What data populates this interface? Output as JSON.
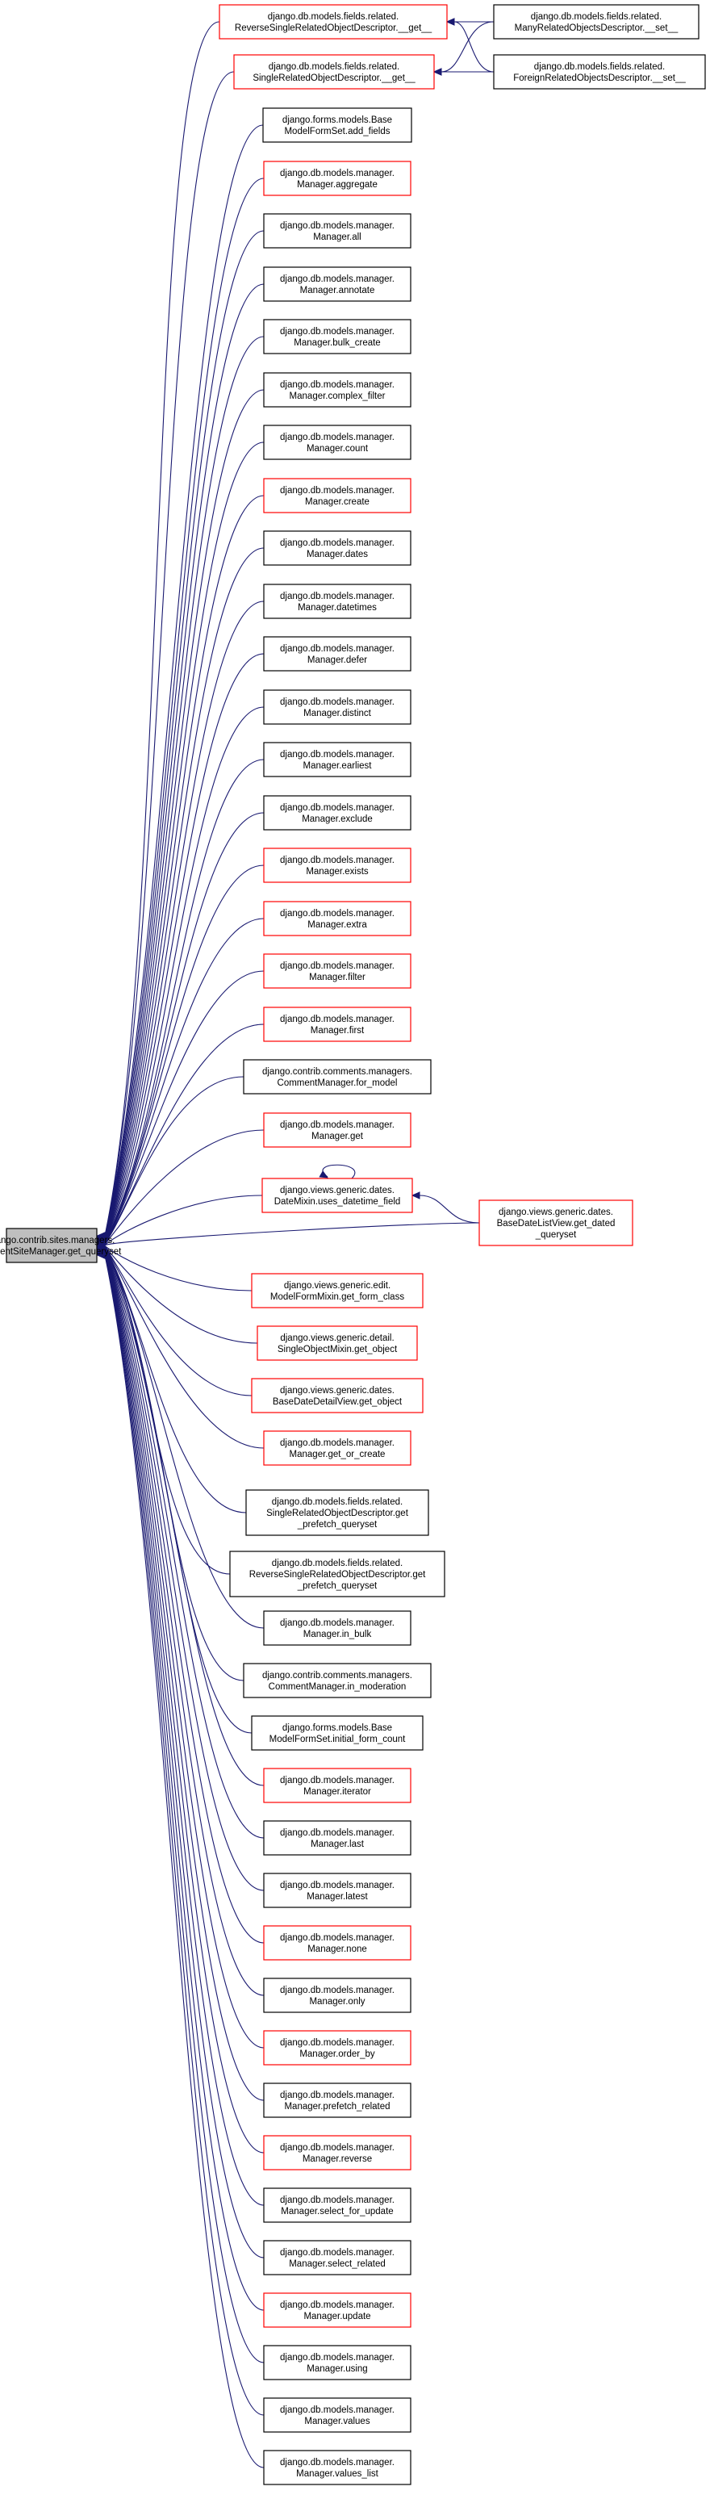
{
  "colors": {
    "edge": "#191970",
    "node_border_black": "#000000",
    "node_border_red": "#ff0000",
    "focus_fill": "#bfbfbf"
  },
  "nodes": [
    {
      "id": "focus",
      "lines": [
        "django.contrib.sites.managers.",
        "CurrentSiteManager.get_queryset"
      ],
      "border": "black",
      "focus": true
    },
    {
      "id": "rsrod_get",
      "lines": [
        "django.db.models.fields.related.",
        "ReverseSingleRelatedObjectDescriptor.__get__"
      ],
      "border": "red"
    },
    {
      "id": "srod_get",
      "lines": [
        "django.db.models.fields.related.",
        "SingleRelatedObjectDescriptor.__get__"
      ],
      "border": "red"
    },
    {
      "id": "mrod_set",
      "lines": [
        "django.db.models.fields.related.",
        "ManyRelatedObjectsDescriptor.__set__"
      ],
      "border": "black"
    },
    {
      "id": "frod_set",
      "lines": [
        "django.db.models.fields.related.",
        "ForeignRelatedObjectsDescriptor.__set__"
      ],
      "border": "black"
    },
    {
      "id": "add_fields",
      "lines": [
        "django.forms.models.Base",
        "ModelFormSet.add_fields"
      ],
      "border": "black"
    },
    {
      "id": "aggregate",
      "lines": [
        "django.db.models.manager.",
        "Manager.aggregate"
      ],
      "border": "red"
    },
    {
      "id": "all",
      "lines": [
        "django.db.models.manager.",
        "Manager.all"
      ],
      "border": "black"
    },
    {
      "id": "annotate",
      "lines": [
        "django.db.models.manager.",
        "Manager.annotate"
      ],
      "border": "black"
    },
    {
      "id": "bulk_create",
      "lines": [
        "django.db.models.manager.",
        "Manager.bulk_create"
      ],
      "border": "black"
    },
    {
      "id": "complex_filter",
      "lines": [
        "django.db.models.manager.",
        "Manager.complex_filter"
      ],
      "border": "black"
    },
    {
      "id": "count",
      "lines": [
        "django.db.models.manager.",
        "Manager.count"
      ],
      "border": "black"
    },
    {
      "id": "create",
      "lines": [
        "django.db.models.manager.",
        "Manager.create"
      ],
      "border": "red"
    },
    {
      "id": "dates",
      "lines": [
        "django.db.models.manager.",
        "Manager.dates"
      ],
      "border": "black"
    },
    {
      "id": "datetimes",
      "lines": [
        "django.db.models.manager.",
        "Manager.datetimes"
      ],
      "border": "black"
    },
    {
      "id": "defer",
      "lines": [
        "django.db.models.manager.",
        "Manager.defer"
      ],
      "border": "black"
    },
    {
      "id": "distinct",
      "lines": [
        "django.db.models.manager.",
        "Manager.distinct"
      ],
      "border": "black"
    },
    {
      "id": "earliest",
      "lines": [
        "django.db.models.manager.",
        "Manager.earliest"
      ],
      "border": "black"
    },
    {
      "id": "exclude",
      "lines": [
        "django.db.models.manager.",
        "Manager.exclude"
      ],
      "border": "black"
    },
    {
      "id": "exists",
      "lines": [
        "django.db.models.manager.",
        "Manager.exists"
      ],
      "border": "red"
    },
    {
      "id": "extra",
      "lines": [
        "django.db.models.manager.",
        "Manager.extra"
      ],
      "border": "red"
    },
    {
      "id": "filter",
      "lines": [
        "django.db.models.manager.",
        "Manager.filter"
      ],
      "border": "red"
    },
    {
      "id": "first",
      "lines": [
        "django.db.models.manager.",
        "Manager.first"
      ],
      "border": "red"
    },
    {
      "id": "for_model",
      "lines": [
        "django.contrib.comments.managers.",
        "CommentManager.for_model"
      ],
      "border": "black"
    },
    {
      "id": "get",
      "lines": [
        "django.db.models.manager.",
        "Manager.get"
      ],
      "border": "red"
    },
    {
      "id": "uses_datetime_field",
      "lines": [
        "django.views.generic.dates.",
        "DateMixin.uses_datetime_field"
      ],
      "border": "red"
    },
    {
      "id": "get_dated_queryset",
      "lines": [
        "django.views.generic.dates.",
        "BaseDateListView.get_dated",
        "_queryset"
      ],
      "border": "red"
    },
    {
      "id": "get_form_class",
      "lines": [
        "django.views.generic.edit.",
        "ModelFormMixin.get_form_class"
      ],
      "border": "red"
    },
    {
      "id": "get_object",
      "lines": [
        "django.views.generic.detail.",
        "SingleObjectMixin.get_object"
      ],
      "border": "red"
    },
    {
      "id": "detail_get_object",
      "lines": [
        "django.views.generic.dates.",
        "BaseDateDetailView.get_object"
      ],
      "border": "red"
    },
    {
      "id": "get_or_create",
      "lines": [
        "django.db.models.manager.",
        "Manager.get_or_create"
      ],
      "border": "red"
    },
    {
      "id": "srod_prefetch",
      "lines": [
        "django.db.models.fields.related.",
        "SingleRelatedObjectDescriptor.get",
        "_prefetch_queryset"
      ],
      "border": "black"
    },
    {
      "id": "rsrod_prefetch",
      "lines": [
        "django.db.models.fields.related.",
        "ReverseSingleRelatedObjectDescriptor.get",
        "_prefetch_queryset"
      ],
      "border": "black"
    },
    {
      "id": "in_bulk",
      "lines": [
        "django.db.models.manager.",
        "Manager.in_bulk"
      ],
      "border": "black"
    },
    {
      "id": "in_moderation",
      "lines": [
        "django.contrib.comments.managers.",
        "CommentManager.in_moderation"
      ],
      "border": "black"
    },
    {
      "id": "initial_form_count",
      "lines": [
        "django.forms.models.Base",
        "ModelFormSet.initial_form_count"
      ],
      "border": "black"
    },
    {
      "id": "iterator",
      "lines": [
        "django.db.models.manager.",
        "Manager.iterator"
      ],
      "border": "red"
    },
    {
      "id": "last",
      "lines": [
        "django.db.models.manager.",
        "Manager.last"
      ],
      "border": "black"
    },
    {
      "id": "latest",
      "lines": [
        "django.db.models.manager.",
        "Manager.latest"
      ],
      "border": "black"
    },
    {
      "id": "none",
      "lines": [
        "django.db.models.manager.",
        "Manager.none"
      ],
      "border": "red"
    },
    {
      "id": "only",
      "lines": [
        "django.db.models.manager.",
        "Manager.only"
      ],
      "border": "black"
    },
    {
      "id": "order_by",
      "lines": [
        "django.db.models.manager.",
        "Manager.order_by"
      ],
      "border": "red"
    },
    {
      "id": "prefetch_related",
      "lines": [
        "django.db.models.manager.",
        "Manager.prefetch_related"
      ],
      "border": "black"
    },
    {
      "id": "reverse",
      "lines": [
        "django.db.models.manager.",
        "Manager.reverse"
      ],
      "border": "red"
    },
    {
      "id": "select_for_update",
      "lines": [
        "django.db.models.manager.",
        "Manager.select_for_update"
      ],
      "border": "black"
    },
    {
      "id": "select_related",
      "lines": [
        "django.db.models.manager.",
        "Manager.select_related"
      ],
      "border": "black"
    },
    {
      "id": "update",
      "lines": [
        "django.db.models.manager.",
        "Manager.update"
      ],
      "border": "red"
    },
    {
      "id": "using",
      "lines": [
        "django.db.models.manager.",
        "Manager.using"
      ],
      "border": "black"
    },
    {
      "id": "values",
      "lines": [
        "django.db.models.manager.",
        "Manager.values"
      ],
      "border": "black"
    },
    {
      "id": "values_list",
      "lines": [
        "django.db.models.manager.",
        "Manager.values_list"
      ],
      "border": "black"
    }
  ],
  "edges": [
    {
      "from": "rsrod_get",
      "to": "focus"
    },
    {
      "from": "srod_get",
      "to": "focus"
    },
    {
      "from": "mrod_set",
      "to": "rsrod_get"
    },
    {
      "from": "mrod_set",
      "to": "srod_get"
    },
    {
      "from": "frod_set",
      "to": "rsrod_get"
    },
    {
      "from": "frod_set",
      "to": "srod_get"
    },
    {
      "from": "add_fields",
      "to": "focus"
    },
    {
      "from": "aggregate",
      "to": "focus"
    },
    {
      "from": "all",
      "to": "focus"
    },
    {
      "from": "annotate",
      "to": "focus"
    },
    {
      "from": "bulk_create",
      "to": "focus"
    },
    {
      "from": "complex_filter",
      "to": "focus"
    },
    {
      "from": "count",
      "to": "focus"
    },
    {
      "from": "create",
      "to": "focus"
    },
    {
      "from": "dates",
      "to": "focus"
    },
    {
      "from": "datetimes",
      "to": "focus"
    },
    {
      "from": "defer",
      "to": "focus"
    },
    {
      "from": "distinct",
      "to": "focus"
    },
    {
      "from": "earliest",
      "to": "focus"
    },
    {
      "from": "exclude",
      "to": "focus"
    },
    {
      "from": "exists",
      "to": "focus"
    },
    {
      "from": "extra",
      "to": "focus"
    },
    {
      "from": "filter",
      "to": "focus"
    },
    {
      "from": "first",
      "to": "focus"
    },
    {
      "from": "for_model",
      "to": "focus"
    },
    {
      "from": "get",
      "to": "focus"
    },
    {
      "from": "uses_datetime_field",
      "to": "focus"
    },
    {
      "from": "uses_datetime_field",
      "to": "uses_datetime_field"
    },
    {
      "from": "get_dated_queryset",
      "to": "uses_datetime_field"
    },
    {
      "from": "get_dated_queryset",
      "to": "focus"
    },
    {
      "from": "get_form_class",
      "to": "focus"
    },
    {
      "from": "get_object",
      "to": "focus"
    },
    {
      "from": "detail_get_object",
      "to": "focus"
    },
    {
      "from": "get_or_create",
      "to": "focus"
    },
    {
      "from": "srod_prefetch",
      "to": "focus"
    },
    {
      "from": "rsrod_prefetch",
      "to": "focus"
    },
    {
      "from": "in_bulk",
      "to": "focus"
    },
    {
      "from": "in_moderation",
      "to": "focus"
    },
    {
      "from": "initial_form_count",
      "to": "focus"
    },
    {
      "from": "iterator",
      "to": "focus"
    },
    {
      "from": "last",
      "to": "focus"
    },
    {
      "from": "latest",
      "to": "focus"
    },
    {
      "from": "none",
      "to": "focus"
    },
    {
      "from": "only",
      "to": "focus"
    },
    {
      "from": "order_by",
      "to": "focus"
    },
    {
      "from": "prefetch_related",
      "to": "focus"
    },
    {
      "from": "reverse",
      "to": "focus"
    },
    {
      "from": "select_for_update",
      "to": "focus"
    },
    {
      "from": "select_related",
      "to": "focus"
    },
    {
      "from": "update",
      "to": "focus"
    },
    {
      "from": "using",
      "to": "focus"
    },
    {
      "from": "values",
      "to": "focus"
    },
    {
      "from": "values_list",
      "to": "focus"
    }
  ]
}
